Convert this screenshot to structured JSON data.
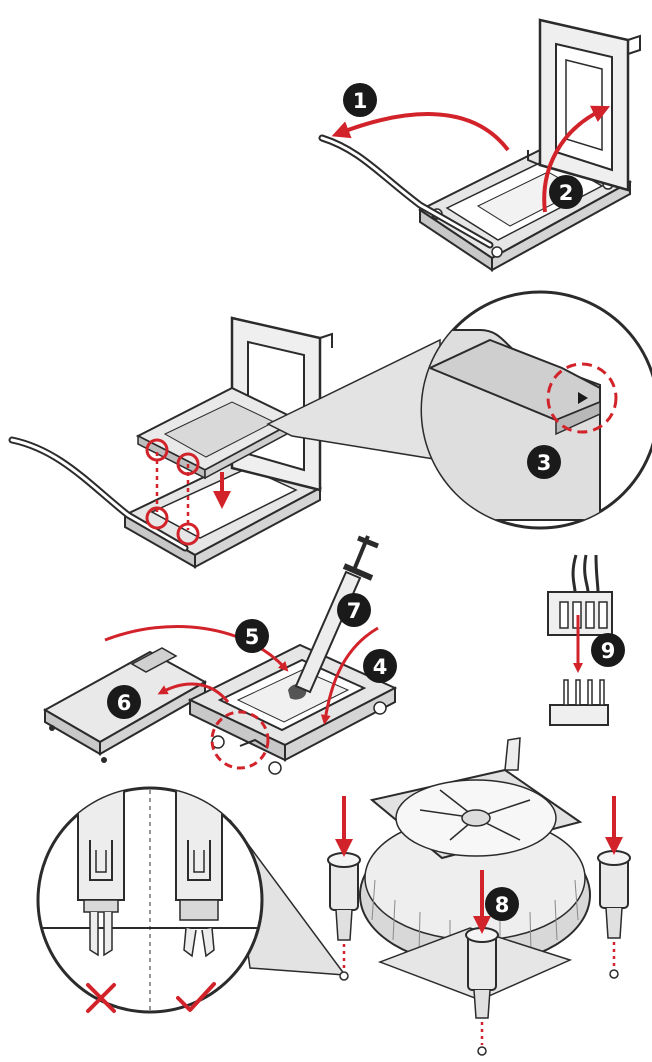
{
  "steps": {
    "s1": "1",
    "s2": "2",
    "s3": "3",
    "s4": "4",
    "s5": "5",
    "s6": "6",
    "s7": "7",
    "s8": "8",
    "s9": "9"
  },
  "colors": {
    "accent": "#d2232a",
    "line": "#2b2b2b",
    "metal": "#e9e9e9",
    "metal_dark": "#bdbdbd",
    "badge": "#1a1a1a",
    "background": "#ffffff"
  },
  "icons": {
    "wrong": "cross-icon",
    "right": "check-icon"
  }
}
